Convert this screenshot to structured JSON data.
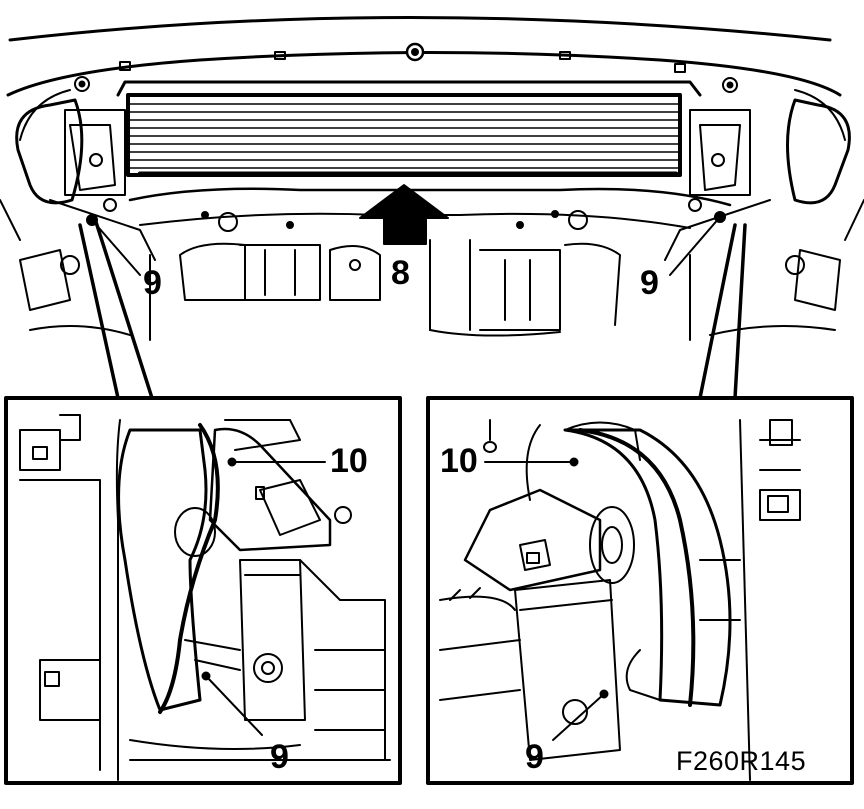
{
  "figure": {
    "code": "F260R145",
    "callouts": {
      "arrow_8": "8",
      "bolt_left": "9",
      "bolt_right": "9",
      "inset_left_bracket": "10",
      "inset_left_bolt": "9",
      "inset_right_bracket": "10",
      "inset_right_bolt": "9"
    }
  },
  "colors": {
    "ink": "#000000",
    "paper": "#ffffff"
  }
}
